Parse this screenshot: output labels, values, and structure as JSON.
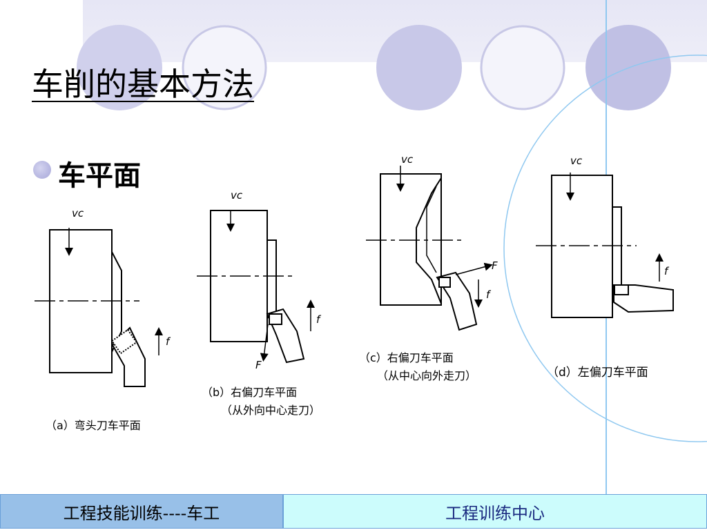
{
  "slide": {
    "title": "车削的基本方法",
    "bullet": "车平面"
  },
  "diagrams": {
    "a": {
      "speed_label": "vc",
      "feed_label": "f",
      "caption": "（a）弯头刀车平面"
    },
    "b": {
      "speed_label": "vc",
      "feed_label": "f",
      "force_label": "F",
      "caption_line1": "（b）右偏刀车平面",
      "caption_line2": "（从外向中心走刀）"
    },
    "c": {
      "speed_label": "vc",
      "feed_label": "f",
      "force_label": "F",
      "caption_line1": "（c）右偏刀车平面",
      "caption_line2": "（从中心向外走刀）"
    },
    "d": {
      "speed_label": "vc",
      "feed_label": "f",
      "caption": "（d）左偏刀车平面"
    }
  },
  "footer": {
    "left": "工程技能训练----车工",
    "right": "工程训练中心"
  },
  "colors": {
    "band": "#e6e6f5",
    "circle_fill": "#c8c8e8",
    "accent_line": "#7fbfef",
    "footer_left_bg": "#98c0e8",
    "footer_right_bg": "#ccfcfc"
  }
}
